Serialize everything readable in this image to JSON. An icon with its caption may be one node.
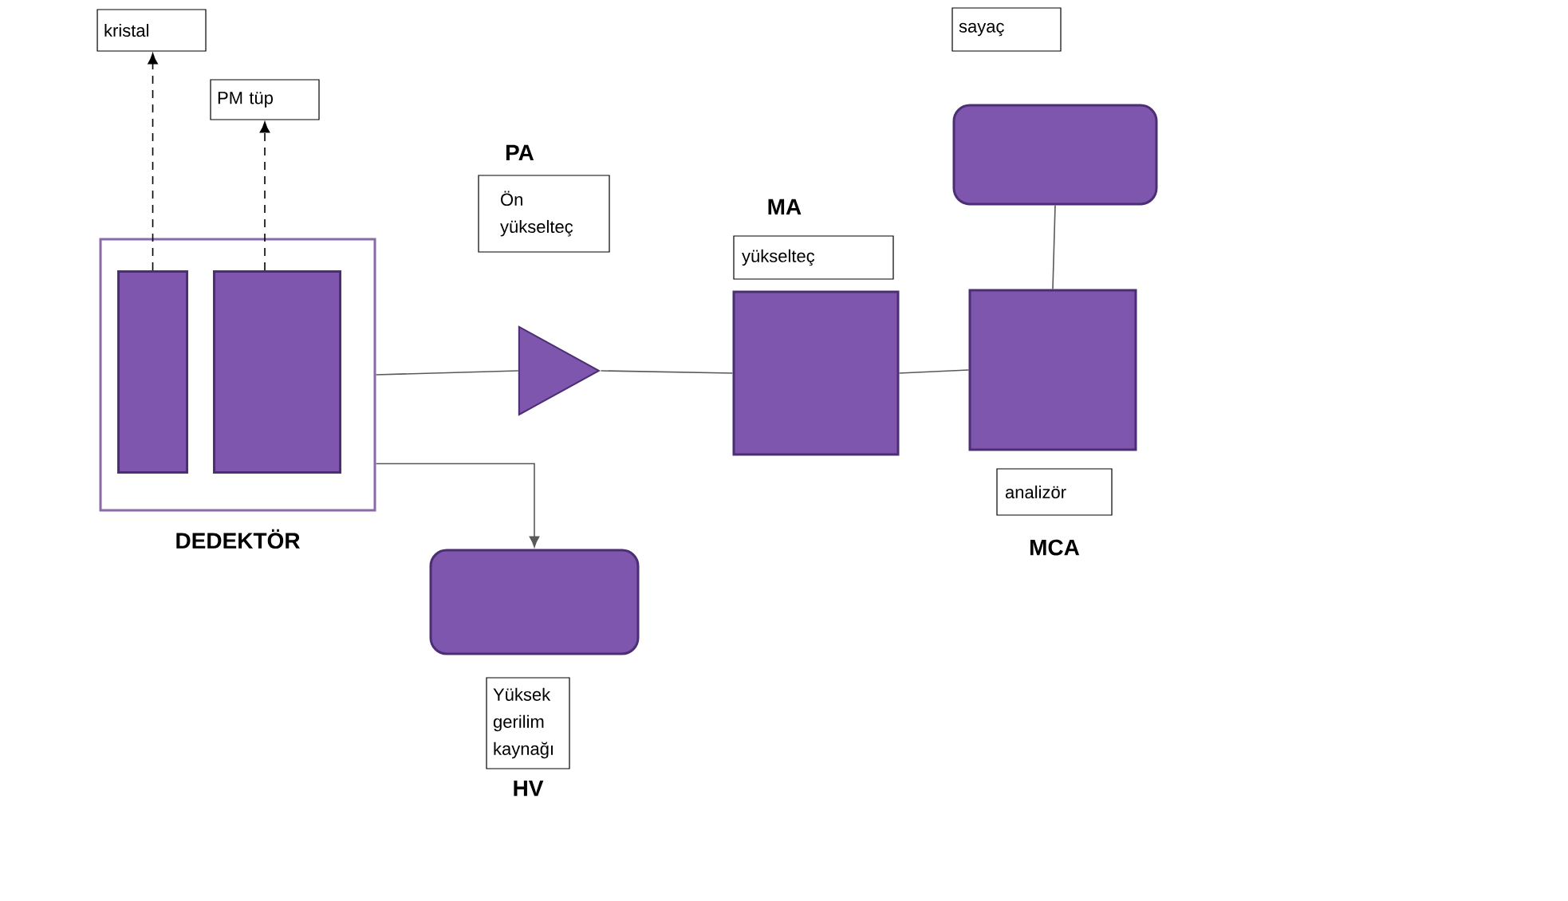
{
  "diagram": {
    "nodes": [
      {
        "text": [
          "kristal"
        ]
      },
      {
        "text": [
          "PM tüp"
        ]
      },
      {
        "text": [
          "Ön yükselteç"
        ],
        "beside": [
          "PA"
        ]
      },
      {
        "text": [
          "yükselteç"
        ],
        "beside": [
          "MA"
        ]
      },
      {
        "text": [
          "sayaç"
        ]
      },
      {
        "text": [],
        "shape": "box"
      },
      {
        "text": [
          "DEDEKTÖR"
        ]
      },
      {
        "text": [],
        "shape": "box",
        "in": 6
      },
      {
        "text": [],
        "shape": "box",
        "in": 6
      },
      {
        "text": [],
        "shape": "triangle"
      },
      {
        "text": [],
        "shape": "box"
      },
      {
        "text": [],
        "shape": "box"
      },
      {
        "text": [
          "analizör"
        ],
        "beside": [
          "MCA"
        ]
      },
      {
        "text": [],
        "shape": "box"
      },
      {
        "text": [
          "Yüksek gerilim kaynağı"
        ],
        "beside": [
          "HV"
        ]
      }
    ],
    "edges": [
      {
        "from": 7,
        "to": 0,
        "arrow": "to",
        "style": "dashed"
      },
      {
        "from": 8,
        "to": 1,
        "arrow": "to",
        "style": "dashed"
      },
      {
        "from": 6,
        "to": 9,
        "arrow": "none"
      },
      {
        "from": 9,
        "to": 10,
        "arrow": "none"
      },
      {
        "from": 10,
        "to": 11,
        "arrow": "none"
      },
      {
        "from": 11,
        "to": 5,
        "arrow": "none"
      },
      {
        "from": 6,
        "to": 13,
        "arrow": "to"
      }
    ]
  }
}
